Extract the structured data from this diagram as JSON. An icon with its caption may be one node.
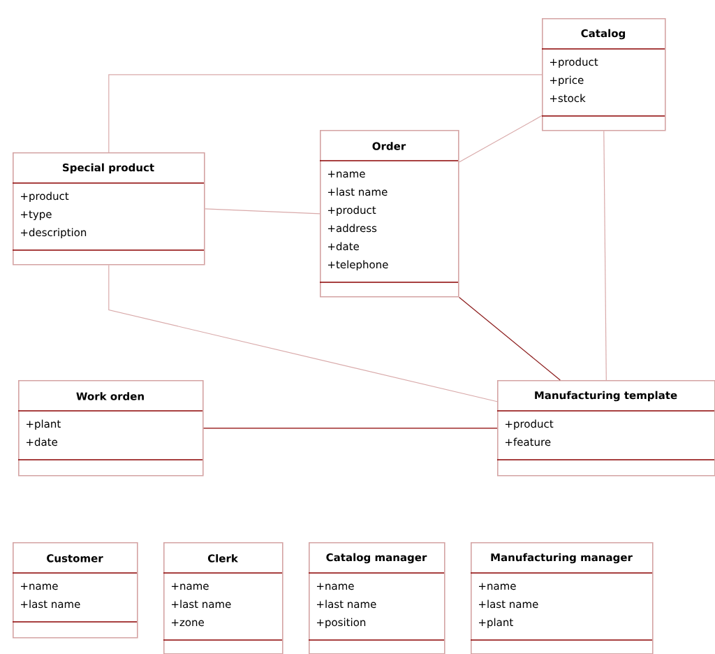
{
  "diagram": {
    "nodes": [
      {
        "text": [
          "Catalog",
          "+product",
          "+price",
          "+stock"
        ]
      },
      {
        "text": [
          "Special product",
          "+product",
          "+type",
          "+description"
        ]
      },
      {
        "text": [
          "Order",
          "+name",
          "+last name",
          "+product",
          "+address",
          "+date",
          "+telephone"
        ]
      },
      {
        "text": [
          "Work orden",
          "+plant",
          "+date"
        ]
      },
      {
        "text": [
          "Manufacturing template",
          "+product",
          "+feature"
        ]
      },
      {
        "text": [
          "Customer",
          "+name",
          "+last name"
        ]
      },
      {
        "text": [
          "Clerk",
          "+name",
          "+last name",
          "+zone"
        ]
      },
      {
        "text": [
          "Catalog manager",
          "+name",
          "+last name",
          "+position"
        ]
      },
      {
        "text": [
          "Manufacturing manager",
          "+name",
          "+last name",
          "+plant"
        ]
      }
    ],
    "edges": [
      {
        "from": 1,
        "to": 0,
        "arrow": "none"
      },
      {
        "from": 1,
        "to": 2,
        "arrow": "none"
      },
      {
        "from": 2,
        "to": 0,
        "arrow": "none"
      },
      {
        "from": 2,
        "to": 4,
        "arrow": "none",
        "color": "#8b1a1a"
      },
      {
        "from": 0,
        "to": 4,
        "arrow": "none"
      },
      {
        "from": 1,
        "to": 4,
        "arrow": "none"
      },
      {
        "from": 3,
        "to": 4,
        "arrow": "none",
        "color": "#8b0000"
      }
    ]
  }
}
